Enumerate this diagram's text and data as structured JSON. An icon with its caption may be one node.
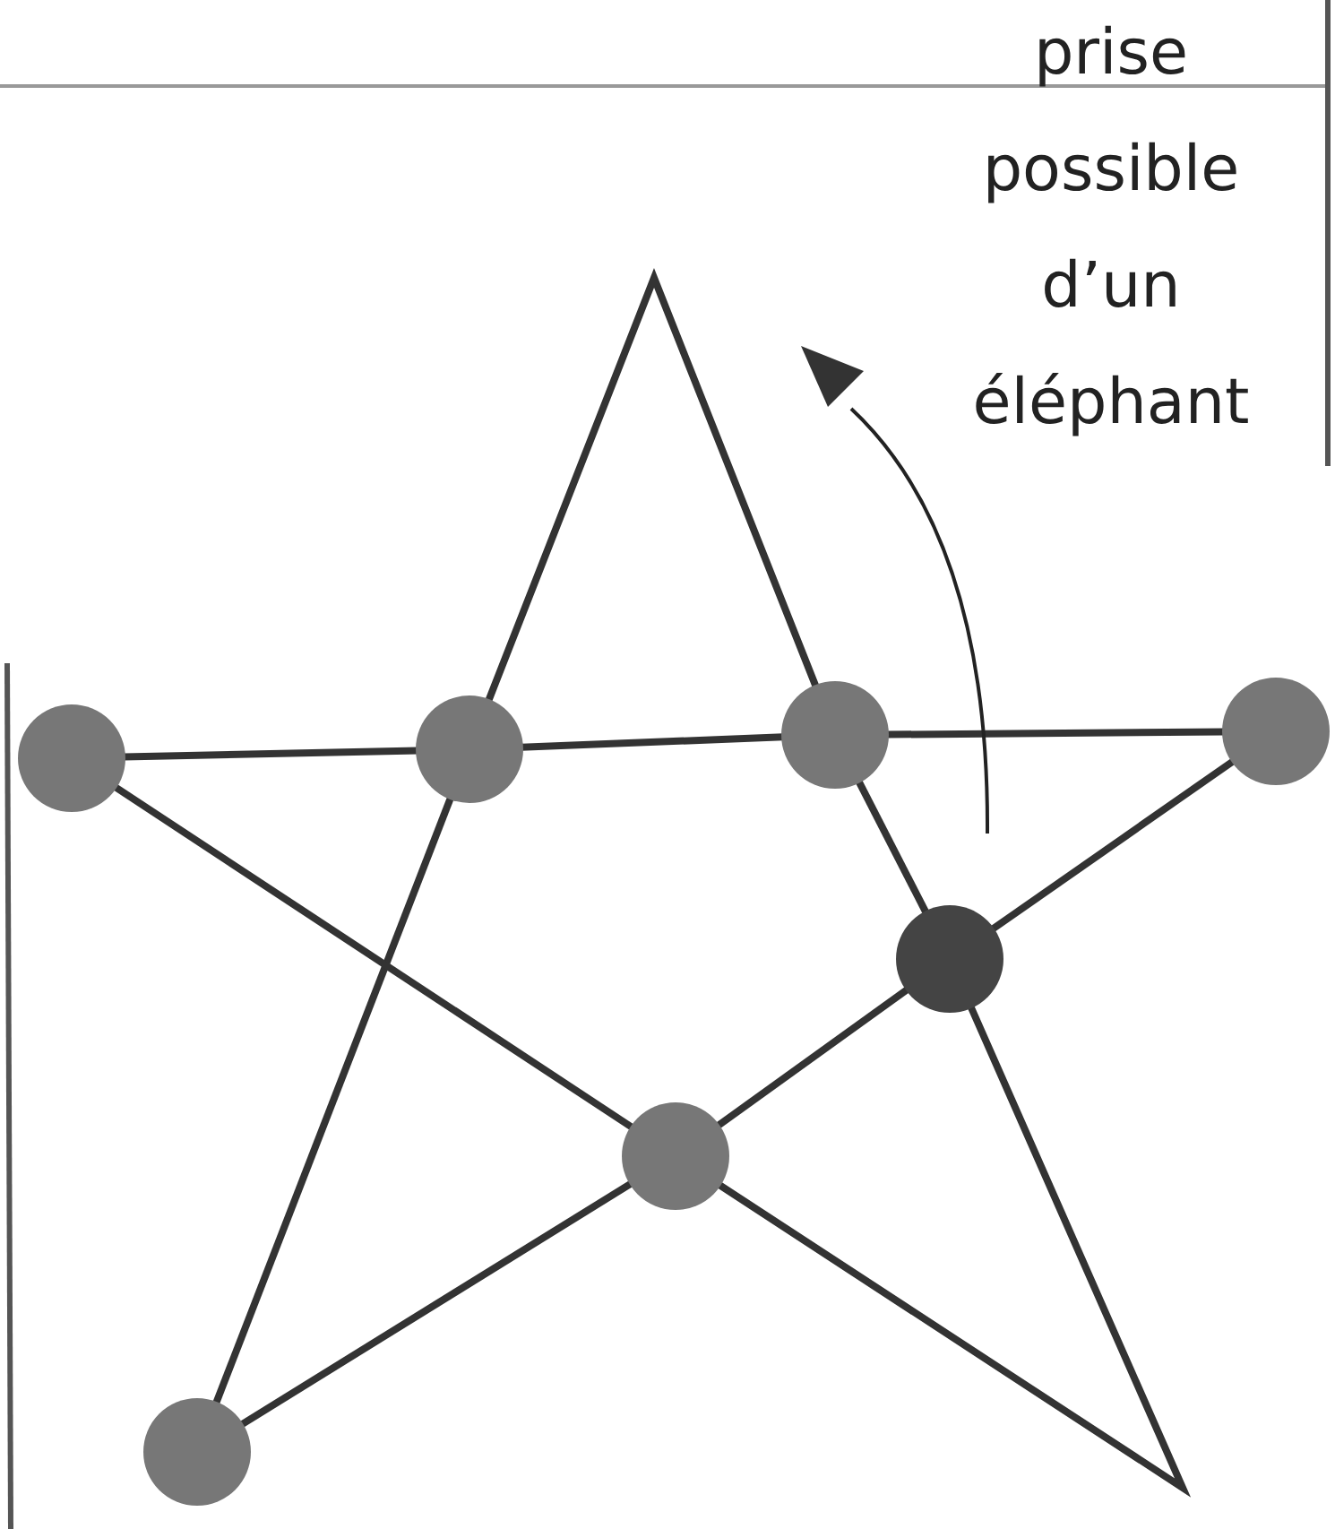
{
  "diagram": {
    "nodes": [
      {
        "text": [],
        "shape": "circle"
      },
      {
        "text": [],
        "shape": "circle"
      },
      {
        "text": [],
        "shape": "circle"
      },
      {
        "text": [],
        "shape": "circle"
      },
      {
        "text": [],
        "shape": "circle"
      },
      {
        "text": [],
        "shape": "circle"
      },
      {
        "text": [],
        "shape": "circle"
      }
    ],
    "edges": [
      {
        "from": 0,
        "to": 1,
        "arrow": "none"
      },
      {
        "from": 1,
        "to": 2,
        "arrow": "none"
      },
      {
        "from": 2,
        "to": 3,
        "arrow": "none"
      },
      {
        "from": 1,
        "to": 2,
        "arrow": "none"
      },
      {
        "from": 2,
        "to": 4,
        "arrow": "none"
      },
      {
        "from": 3,
        "to": 4,
        "arrow": "none"
      },
      {
        "from": 4,
        "to": 5,
        "arrow": "none"
      },
      {
        "from": 4,
        "to": 5,
        "arrow": "none"
      },
      {
        "from": 5,
        "to": 6,
        "arrow": "none"
      },
      {
        "from": 6,
        "to": 1,
        "arrow": "none"
      },
      {
        "from": 5,
        "to": 0,
        "arrow": "none"
      }
    ],
    "labels": [
      "prise possible d’un éléphant"
    ]
  }
}
